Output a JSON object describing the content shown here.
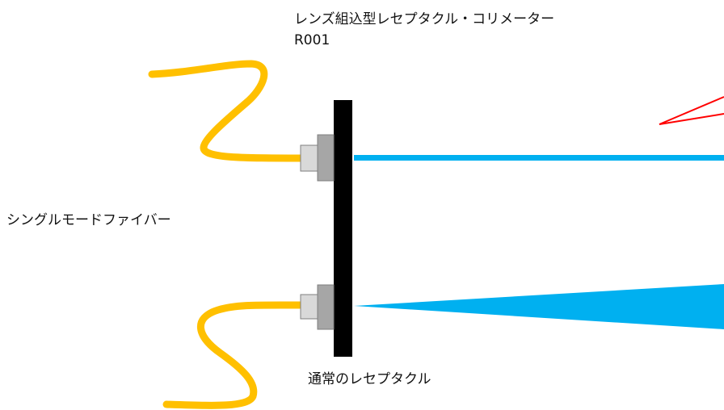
{
  "labels": {
    "collimator_title": "レンズ組込型レセプタクル・コリメーター",
    "collimator_model": "R001",
    "fiber": "シングルモードファイバー",
    "receptacle": "通常のレセプタクル"
  },
  "colors": {
    "fiber": "#ffc000",
    "beam": "#00b0f0",
    "panel": "#000000",
    "connector_light": "#d9d9d9",
    "connector_dark": "#a6a6a6",
    "connector_outline": "#7f7f7f",
    "angle_marker": "#ff0000"
  },
  "beams": {
    "collimated": "parallel",
    "receptacle": "diverging"
  }
}
